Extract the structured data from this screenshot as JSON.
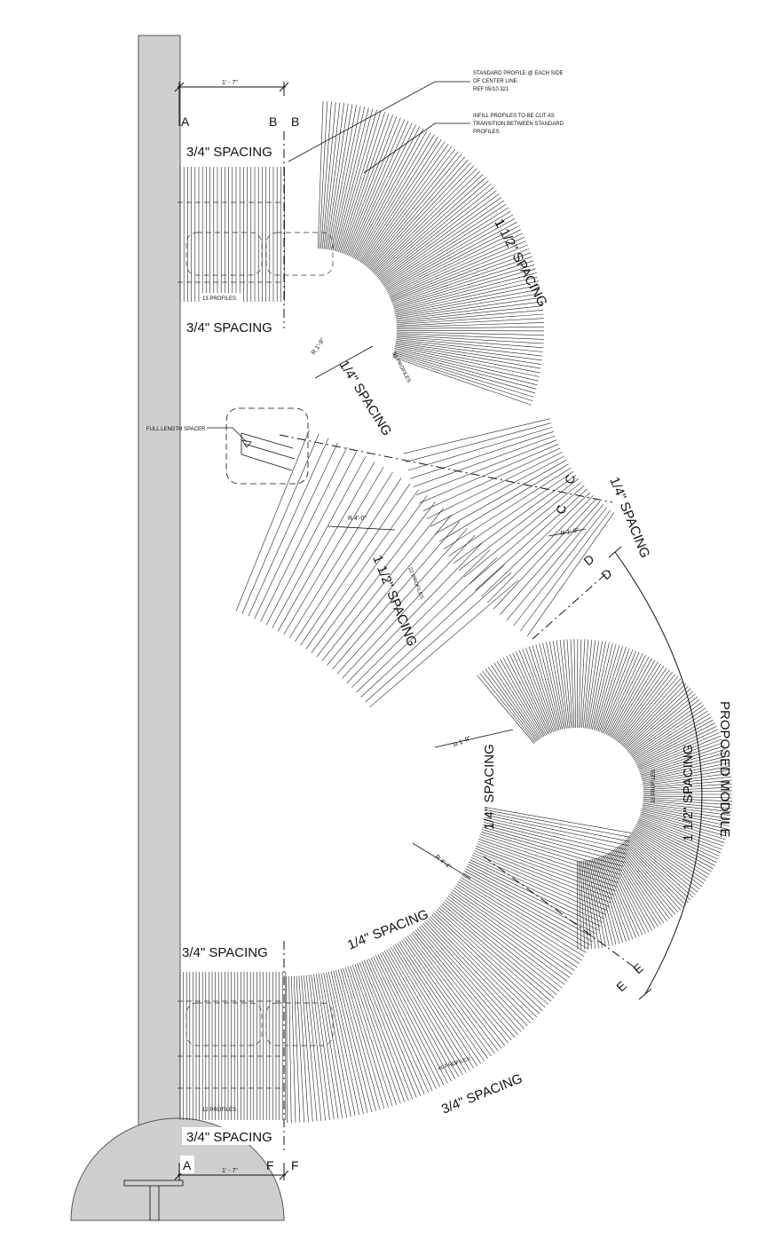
{
  "colors": {
    "line": "#111111",
    "wall": "#cfcfcf",
    "background": "#ffffff"
  },
  "dimensions": {
    "top": "1' - 7\"",
    "bottom": "1' - 7\""
  },
  "notes": {
    "standard_profile": [
      "STANDARD PROFILE @ EACH SIDE",
      "OF CENTER LINE",
      "REF 05/10.321"
    ],
    "infill_profiles": [
      "INFILL PROFILES TO BE CUT AS",
      "TRANSITION BETWEEN STANDARD",
      "PROFILES"
    ],
    "full_length_spacer": "FULL LENGTH SPACER",
    "proposed_module": "PROPOSED MODULE"
  },
  "section_marks": {
    "a_top": "A",
    "b_top_left": "B",
    "b_top_right": "B",
    "c1": "C",
    "c2": "C",
    "d1": "D",
    "d2": "D",
    "e1": "E",
    "e2": "E",
    "a_bottom": "A",
    "f_left": "F",
    "f_right": "F"
  },
  "spacing_labels": {
    "top_upper": "3/4\" SPACING",
    "top_lower": "3/4\" SPACING",
    "arc1_outer": "1 1/2\" SPACING",
    "arc1_inner": "1/4\" SPACING",
    "c_right": "1/4\" SPACING",
    "mid_left": "1 1/2\" SPACING",
    "arc3_inner": "1/4\" SPACING",
    "arc3_outer": "1 1/2\" SPACING",
    "bottom_curve": "1/4\" SPACING",
    "bottom_upper": "3/4\" SPACING",
    "bottom_lower": "3/4\" SPACING",
    "bottom_outer": "3/4\" SPACING"
  },
  "radii": {
    "r1": "R 1'-9\"",
    "r2": "R 4'-0\"",
    "r3": "R 1'-9\"",
    "r4": "R 1'-9\"",
    "r5": "R 4'-4\""
  },
  "profile_counts": {
    "top": "13 PROFILES",
    "arc1": "38 PROFILES",
    "mid": "22 PROFILES",
    "arc3": "33 PROFILES",
    "bottom_left": "12 PROFILES",
    "bottom_curve": "46 PROFILES"
  }
}
